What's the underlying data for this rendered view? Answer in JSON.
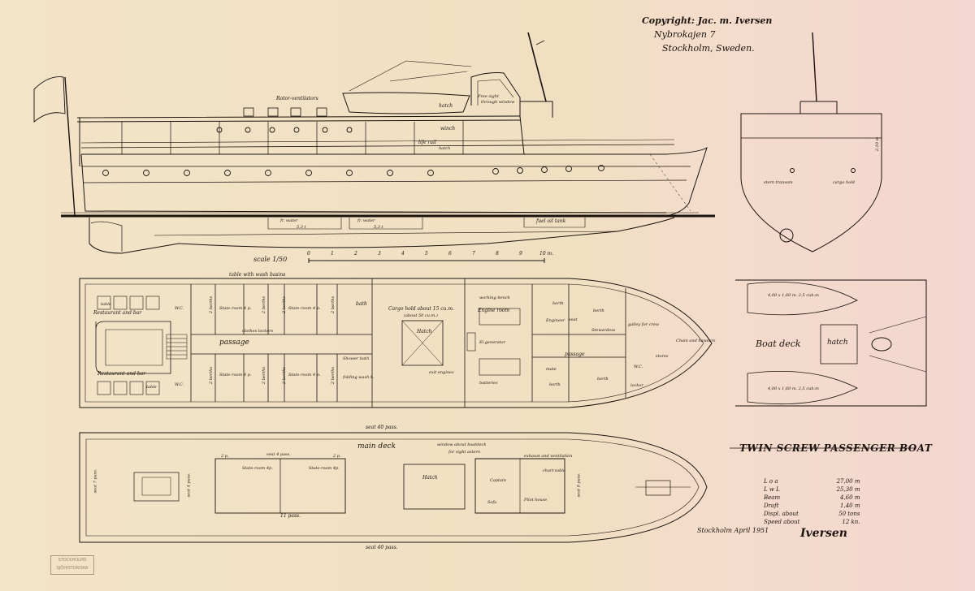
{
  "header": {
    "line1": "Copyright: Jac. m. Iversen",
    "line2": "Nybrokajen 7",
    "line3": "Stockholm, Sweden."
  },
  "profile": {
    "rotor_ventilators": "Rotor-ventilators",
    "free_sight": "Free sight",
    "through_window": "through window",
    "hatch": "hatch",
    "winch": "winch",
    "life_rail": "life rail",
    "hatch2": "hatch",
    "fr_water1": "fr. water",
    "fr_water2": "fr. water",
    "tank1": "5,3 t",
    "tank2": "5,3 t",
    "fuel_oil_tank": "fuel oil tank",
    "scale_label": "scale 1/50",
    "scale_ticks": [
      "0",
      "1",
      "2",
      "3",
      "4",
      "5",
      "6",
      "7",
      "8",
      "9",
      "10 m."
    ]
  },
  "section": {
    "stern_transom": "stern transom",
    "cargo_hold": "cargo hold",
    "dim": "2,10 m"
  },
  "lower_deck": {
    "table_with_wash_basins": "table with wash basins",
    "restaurant_bar_top": "Restaurant and bar",
    "restaurant_bar_bottom": "Restaurant and bar",
    "table1": "table",
    "table2": "table",
    "wc1": "W.C.",
    "wc2": "W.C.",
    "berths": [
      "2 berths",
      "2 berths",
      "2 berths",
      "2 berths",
      "2 berths",
      "2 berths",
      "2 berths",
      "2 berths"
    ],
    "state_room": [
      "State-room 4 p.",
      "State-room 4 p.",
      "State-room 4 p.",
      "State-room 4 p."
    ],
    "clothes_lockers": "clothes lockers",
    "passage": "passage",
    "bath": "bath",
    "shower_bath": "Shower bath",
    "folding_wash": "folding wash b.",
    "cargo_hold": "Cargo hold about 15 cu.m.",
    "cargo_hold_sub": "(about 50 cu.m.)",
    "hatch": "Hatch",
    "exit_engines": "exit engines",
    "working_bench": "working bench",
    "engine_room": "Engine room",
    "el_generator": "El.generator",
    "batteries": "batteries",
    "berth_top1": "berth",
    "berth_top2": "berth",
    "engineer": "Engineer",
    "stewardess": "Stewardess",
    "passage2": "passage",
    "galley_for_crew": "galley for crew",
    "chain_hawsers": "Chain and hawsers",
    "stores": "stores",
    "mate": "mate",
    "berth_bot1": "berth",
    "berth_bot2": "berth",
    "locker": "locker",
    "wc3": "W.C.",
    "seat": "seat"
  },
  "boat_deck": {
    "label": "Boat deck",
    "hatch": "hatch",
    "boat_top": "4,00 x 1,60 m. 2,5 cub.m",
    "boat_bottom": "4,00 x 1,60 m. 2,5 cub.m"
  },
  "main_deck": {
    "label": "main deck",
    "seat_top": "seat 40 pass.",
    "seat_bottom": "seat 40 pass.",
    "seat_4pass": "seat 4 pass.",
    "seat_7pass": "seat 7 pass.",
    "seat_4pass_side": "seat 4 pass.",
    "seat_8pass": "seat 8 pass.",
    "p2a": "2 p.",
    "p2b": "2 p.",
    "state_room_a": "State-room 4p.",
    "state_room_b": "State-room 4p.",
    "eleven_pass": "11 pass.",
    "hatch": "Hatch",
    "window_note": "window about boatdeck",
    "window_note2": "for sight astern",
    "captain": "Captain",
    "chart_table": "chart-table",
    "pilot_house": "Pilot house",
    "sofa": "Sofa",
    "exhaust": "exhaust and ventilation"
  },
  "title_block": {
    "title": "TWIN SCREW PASSENGER BOAT",
    "specs": [
      {
        "label": "L o a",
        "value": "27,00 m"
      },
      {
        "label": "L w L",
        "value": "25,30 m"
      },
      {
        "label": "Beam",
        "value": "4,60 m"
      },
      {
        "label": "Draft",
        "value": "1,40 m"
      },
      {
        "label": "Displ.   about",
        "value": "50 tons"
      },
      {
        "label": "Speed   about",
        "value": "12 kn."
      }
    ],
    "place_date": "Stockholm  April 1951",
    "signature": "Iversen"
  },
  "stamp": "STOCKHOLMS SJÖHISTORISKA"
}
